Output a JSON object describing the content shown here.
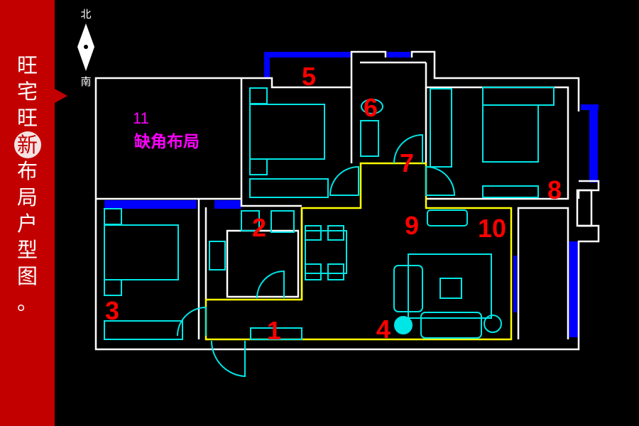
{
  "banner": {
    "chars": [
      "旺",
      "宅",
      "旺",
      "新",
      "布",
      "局",
      "户",
      "型",
      "图",
      "。"
    ]
  },
  "compass": {
    "north": "北",
    "south": "南"
  },
  "rooms": {
    "r1": "1",
    "r2": "2",
    "r3": "3",
    "r4": "4",
    "r5": "5",
    "r6": "6",
    "r7": "7",
    "r8": "8",
    "r9": "9",
    "r10": "10"
  },
  "note": {
    "number": "11",
    "label": "缺角布局"
  },
  "colors": {
    "banner": "#c30000",
    "wall": "#ffffff",
    "window": "#0000ff",
    "furniture": "#00e5e5",
    "outline": "#ffff00",
    "number": "#ff0000",
    "note": "#ff00ff"
  }
}
